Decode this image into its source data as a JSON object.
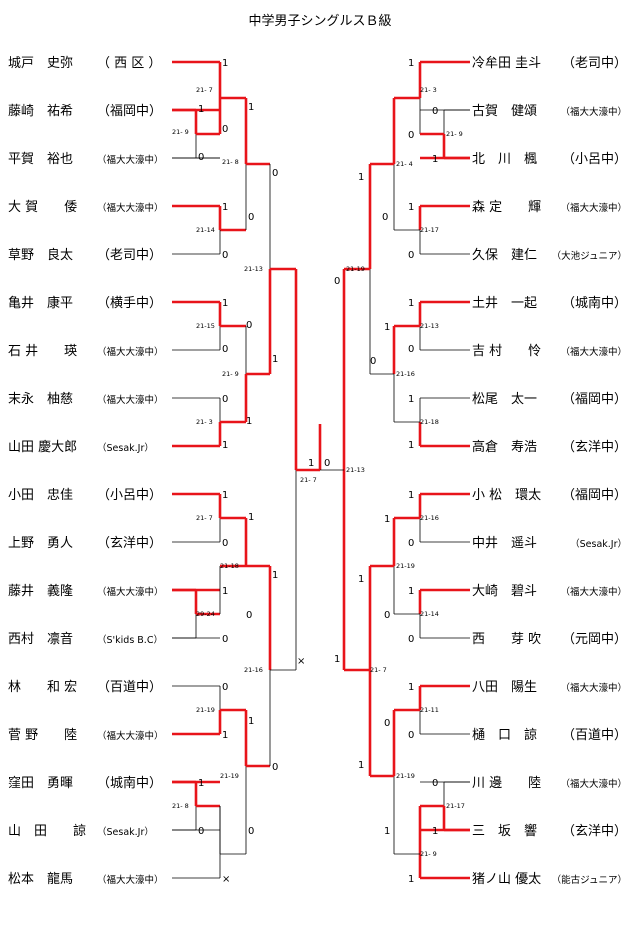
{
  "title": "中学男子シングルスＢ級",
  "left_players": [
    {
      "name": "城戸　史弥",
      "team": "（ 西 区 ）",
      "small": false
    },
    {
      "name": "藤崎　祐希",
      "team": "（福岡中）",
      "small": false
    },
    {
      "name": "平賀　裕也",
      "team": "（福大大濠中）",
      "small": true
    },
    {
      "name": "大 賀　　倭",
      "team": "（福大大濠中）",
      "small": true
    },
    {
      "name": "草野　良太",
      "team": "（老司中）",
      "small": false
    },
    {
      "name": "亀井　康平",
      "team": "（横手中）",
      "small": false
    },
    {
      "name": "石 井　　瑛",
      "team": "（福大大濠中）",
      "small": true
    },
    {
      "name": "末永　柚慈",
      "team": "（福大大濠中）",
      "small": true
    },
    {
      "name": "山田 慶大郎",
      "team": "（Sesak.Jr）",
      "small": true
    },
    {
      "name": "小田　忠佳",
      "team": "（小呂中）",
      "small": false
    },
    {
      "name": "上野　勇人",
      "team": "（玄洋中）",
      "small": false
    },
    {
      "name": "藤井　義隆",
      "team": "（福大大濠中）",
      "small": true
    },
    {
      "name": "西村　凛音",
      "team": "（S'kids B.C）",
      "small": true
    },
    {
      "name": "林　　和 宏",
      "team": "（百道中）",
      "small": false
    },
    {
      "name": "菅 野　　陸",
      "team": "（福大大濠中）",
      "small": true
    },
    {
      "name": "窪田　勇暉",
      "team": "（城南中）",
      "small": false
    },
    {
      "name": "山　田　　諒",
      "team": "（Sesak.Jr）",
      "small": true
    },
    {
      "name": "松本　龍馬",
      "team": "（福大大濠中）",
      "small": true
    }
  ],
  "right_players": [
    {
      "name": "冷牟田 圭斗",
      "team": "（老司中）",
      "small": false
    },
    {
      "name": "古賀　健頌",
      "team": "（福大大濠中）",
      "small": true
    },
    {
      "name": "北　川　楓",
      "team": "（小呂中）",
      "small": false
    },
    {
      "name": "森 定　　輝",
      "team": "（福大大濠中）",
      "small": true
    },
    {
      "name": "久保　建仁",
      "team": "（大池ジュニア）",
      "small": true
    },
    {
      "name": "土井　一起",
      "team": "（城南中）",
      "small": false
    },
    {
      "name": "吉 村　　怜",
      "team": "（福大大濠中）",
      "small": true
    },
    {
      "name": "松尾　太一",
      "team": "（福岡中）",
      "small": false
    },
    {
      "name": "高倉　寿浩",
      "team": "（玄洋中）",
      "small": false
    },
    {
      "name": "小 松　環太",
      "team": "（福岡中）",
      "small": false
    },
    {
      "name": "中井　遥斗",
      "team": "（Sesak.Jr）",
      "small": true
    },
    {
      "name": "大崎　碧斗",
      "team": "（福大大濠中）",
      "small": true
    },
    {
      "name": "西　　芽 吹",
      "team": "（元岡中）",
      "small": false
    },
    {
      "name": "八田　陽生",
      "team": "（福大大濠中）",
      "small": true
    },
    {
      "name": "樋　口　諒",
      "team": "（百道中）",
      "small": false
    },
    {
      "name": "川 邊　　陸",
      "team": "（福大大濠中）",
      "small": true
    },
    {
      "name": "三　坂　響",
      "team": "（玄洋中）",
      "small": false
    },
    {
      "name": "猪ノ山 優太",
      "team": "（能古ジュニア）",
      "small": true
    }
  ],
  "marks": {
    "win": "1",
    "loss": "0",
    "walkover": "×"
  },
  "scores": {
    "l1": "21- 7",
    "l2": "21- 9",
    "l3": "21- 8",
    "l4": "21-14",
    "l5": "21-13",
    "l6": "21-15",
    "l7": "21- 9",
    "l8": "21- 3",
    "l9": "21- 7",
    "l10": "21-18",
    "l11": "29-24",
    "l12": "21-16",
    "l13": "21-19",
    "l14": "21-19",
    "l15": "21- 8",
    "r1": "21- 3",
    "r2": "21- 9",
    "r3": "21- 4",
    "r4": "21-17",
    "r5": "21-19",
    "r6": "21-13",
    "r7": "21-16",
    "r8": "21-18",
    "r9": "21-16",
    "r10": "21-19",
    "r11": "21-14",
    "r12": "21- 7",
    "r13": "21-11",
    "r14": "21-19",
    "r15": "21-17",
    "r16": "21- 9",
    "final": "21- 7",
    "semi": "21-13"
  }
}
